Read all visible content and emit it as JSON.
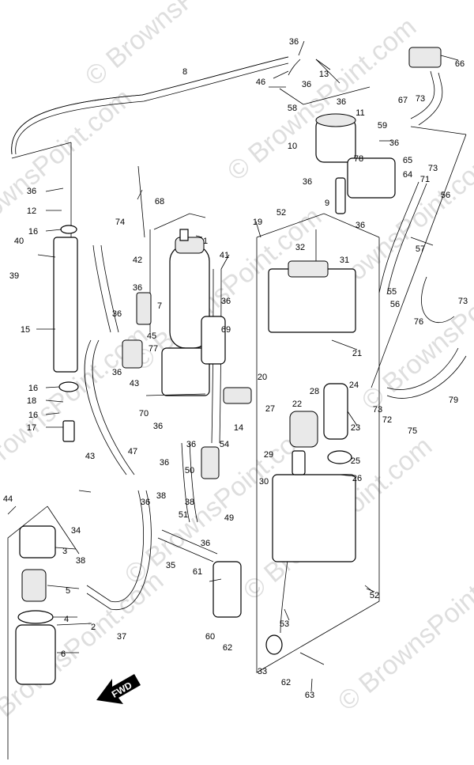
{
  "diagram": {
    "watermark_text": "© BrownsPoint.com",
    "fwd_label": "FWD",
    "callouts": [
      {
        "id": "c36a",
        "text": "36"
      },
      {
        "id": "c66",
        "text": "66"
      },
      {
        "id": "c13",
        "text": "13"
      },
      {
        "id": "c46",
        "text": "46"
      },
      {
        "id": "c36b",
        "text": "36"
      },
      {
        "id": "c73a",
        "text": "73"
      },
      {
        "id": "c67",
        "text": "67"
      },
      {
        "id": "c36c",
        "text": "36"
      },
      {
        "id": "c58",
        "text": "58"
      },
      {
        "id": "c11",
        "text": "11"
      },
      {
        "id": "c59",
        "text": "59"
      },
      {
        "id": "c10",
        "text": "10"
      },
      {
        "id": "c36d",
        "text": "36"
      },
      {
        "id": "c65",
        "text": "65"
      },
      {
        "id": "c78",
        "text": "78"
      },
      {
        "id": "c64",
        "text": "64"
      },
      {
        "id": "c73b",
        "text": "73"
      },
      {
        "id": "c71",
        "text": "71"
      },
      {
        "id": "c36e",
        "text": "36"
      },
      {
        "id": "c9",
        "text": "9"
      },
      {
        "id": "c56a",
        "text": "56"
      },
      {
        "id": "c52a",
        "text": "52"
      },
      {
        "id": "c36f",
        "text": "36"
      },
      {
        "id": "c19",
        "text": "19"
      },
      {
        "id": "c8",
        "text": "8"
      },
      {
        "id": "c68",
        "text": "68"
      },
      {
        "id": "c36g",
        "text": "36"
      },
      {
        "id": "c12",
        "text": "12"
      },
      {
        "id": "c74",
        "text": "74"
      },
      {
        "id": "c16a",
        "text": "16"
      },
      {
        "id": "c40",
        "text": "40"
      },
      {
        "id": "c39",
        "text": "39"
      },
      {
        "id": "c42",
        "text": "42"
      },
      {
        "id": "c36h",
        "text": "36"
      },
      {
        "id": "c36i",
        "text": "36"
      },
      {
        "id": "c1",
        "text": "1"
      },
      {
        "id": "c41",
        "text": "41"
      },
      {
        "id": "c32",
        "text": "32"
      },
      {
        "id": "c31",
        "text": "31"
      },
      {
        "id": "c57",
        "text": "57"
      },
      {
        "id": "c55",
        "text": "55"
      },
      {
        "id": "c56b",
        "text": "56"
      },
      {
        "id": "c73c",
        "text": "73"
      },
      {
        "id": "c7",
        "text": "7"
      },
      {
        "id": "c36j",
        "text": "36"
      },
      {
        "id": "c15",
        "text": "15"
      },
      {
        "id": "c45",
        "text": "45"
      },
      {
        "id": "c77",
        "text": "77"
      },
      {
        "id": "c69",
        "text": "69"
      },
      {
        "id": "c76",
        "text": "76"
      },
      {
        "id": "c21",
        "text": "21"
      },
      {
        "id": "c36k",
        "text": "36"
      },
      {
        "id": "c20",
        "text": "20"
      },
      {
        "id": "c24",
        "text": "24"
      },
      {
        "id": "c16b",
        "text": "16"
      },
      {
        "id": "c43a",
        "text": "43"
      },
      {
        "id": "c28",
        "text": "28"
      },
      {
        "id": "c79",
        "text": "79"
      },
      {
        "id": "c18",
        "text": "18"
      },
      {
        "id": "c22",
        "text": "22"
      },
      {
        "id": "c73d",
        "text": "73"
      },
      {
        "id": "c16c",
        "text": "16"
      },
      {
        "id": "c70",
        "text": "70"
      },
      {
        "id": "c27",
        "text": "27"
      },
      {
        "id": "c72",
        "text": "72"
      },
      {
        "id": "c75",
        "text": "75"
      },
      {
        "id": "c17",
        "text": "17"
      },
      {
        "id": "c14",
        "text": "14"
      },
      {
        "id": "c23",
        "text": "23"
      },
      {
        "id": "c36l",
        "text": "36"
      },
      {
        "id": "c47",
        "text": "47"
      },
      {
        "id": "c36m",
        "text": "36"
      },
      {
        "id": "c54",
        "text": "54"
      },
      {
        "id": "c29",
        "text": "29"
      },
      {
        "id": "c25",
        "text": "25"
      },
      {
        "id": "c43b",
        "text": "43"
      },
      {
        "id": "c36n",
        "text": "36"
      },
      {
        "id": "c50",
        "text": "50"
      },
      {
        "id": "c30",
        "text": "30"
      },
      {
        "id": "c26",
        "text": "26"
      },
      {
        "id": "c38a",
        "text": "38"
      },
      {
        "id": "c36o",
        "text": "36"
      },
      {
        "id": "c38b",
        "text": "38"
      },
      {
        "id": "c44",
        "text": "44"
      },
      {
        "id": "c34",
        "text": "34"
      },
      {
        "id": "c51",
        "text": "51"
      },
      {
        "id": "c49",
        "text": "49"
      },
      {
        "id": "c3",
        "text": "3"
      },
      {
        "id": "c36p",
        "text": "36"
      },
      {
        "id": "c38c",
        "text": "38"
      },
      {
        "id": "c35",
        "text": "35"
      },
      {
        "id": "c61",
        "text": "61"
      },
      {
        "id": "c5",
        "text": "5"
      },
      {
        "id": "c52b",
        "text": "52"
      },
      {
        "id": "c4",
        "text": "4"
      },
      {
        "id": "c2",
        "text": "2"
      },
      {
        "id": "c53",
        "text": "53"
      },
      {
        "id": "c37",
        "text": "37"
      },
      {
        "id": "c60",
        "text": "60"
      },
      {
        "id": "c62a",
        "text": "62"
      },
      {
        "id": "c6",
        "text": "6"
      },
      {
        "id": "c33",
        "text": "33"
      },
      {
        "id": "c62b",
        "text": "62"
      },
      {
        "id": "c63",
        "text": "63"
      }
    ]
  }
}
